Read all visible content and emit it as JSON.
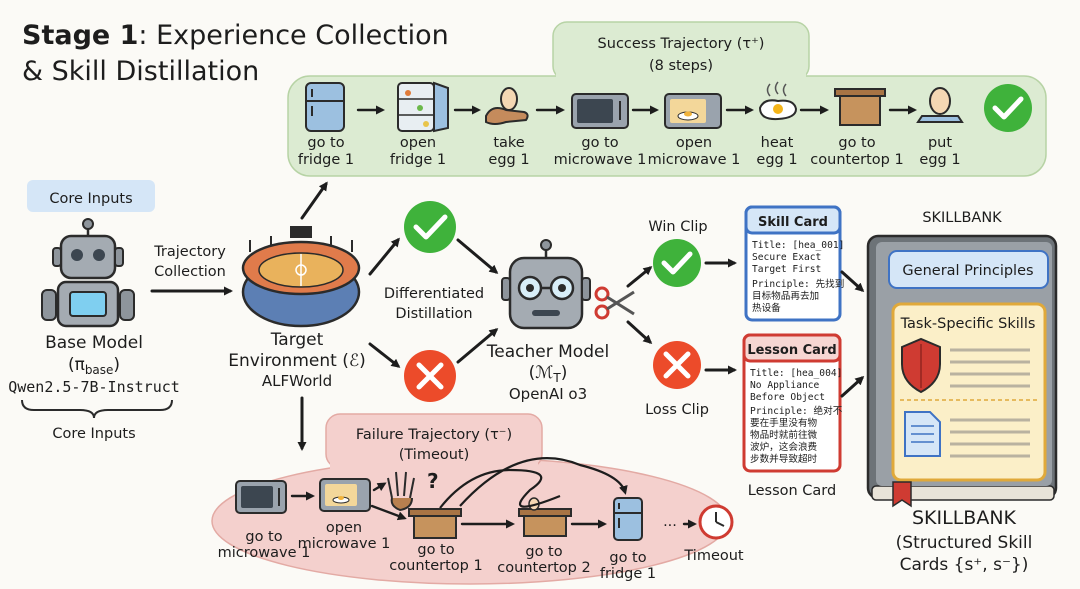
{
  "title": {
    "stage_prefix": "Stage 1",
    "stage_rest": ": Experience Collection",
    "line2": "& Skill Distillation"
  },
  "success": {
    "title": "Success Trajectory (τ⁺)",
    "subtitle": "(8 steps)",
    "steps": [
      {
        "l1": "go to",
        "l2": "fridge 1"
      },
      {
        "l1": "open",
        "l2": "fridge 1"
      },
      {
        "l1": "take",
        "l2": "egg 1"
      },
      {
        "l1": "go to",
        "l2": "microwave 1"
      },
      {
        "l1": "open",
        "l2": "microwave 1"
      },
      {
        "l1": "heat",
        "l2": "egg 1"
      },
      {
        "l1": "go to",
        "l2": "countertop 1"
      },
      {
        "l1": "put",
        "l2": "egg 1"
      }
    ]
  },
  "core_inputs_badge": "Core Inputs",
  "core_inputs_caption": "Core Inputs",
  "base_model": {
    "l1": "Base Model",
    "l2": "(π",
    "l2_sub": "base",
    "l2_end": ")",
    "l3": "Qwen2.5-7B-Instruct"
  },
  "trajectory_collection": {
    "l1": "Trajectory",
    "l2": "Collection"
  },
  "target_env": {
    "l1": "Target",
    "l2": "Environment (ℰ)",
    "l3": "ALFWorld"
  },
  "distillation": {
    "l1": "Differentiated",
    "l2": "Distillation"
  },
  "teacher": {
    "l1": "Teacher Model",
    "l2": "(ℳ",
    "l2_sub": "T",
    "l2_end": ")",
    "l3": "OpenAI o3"
  },
  "win_clip": "Win Clip",
  "loss_clip": "Loss Clip",
  "skill_card": {
    "title": "Skill Card",
    "lines": [
      "Title: [hea_001]",
      "Secure Exact",
      "Target First",
      "Principle: 先找到",
      "目标物品再去加",
      "热设备"
    ]
  },
  "lesson_card": {
    "title": "Lesson Card",
    "lines": [
      "Title: [hea_004]",
      "No Appliance",
      "Before Object",
      "Principle: 绝对不",
      "要在手里没有物",
      "物品时就前往微",
      "波炉，这会浪费",
      "步数并导致超时"
    ],
    "caption": "Lesson Card"
  },
  "skillbank": {
    "header": "SKILLBANK",
    "general": "General Principles",
    "task_specific": "Task-Specific Skills",
    "caption_l1": "SKILLBANK",
    "caption_l2": "(Structured Skill",
    "caption_l3": "Cards {s⁺, s⁻})"
  },
  "failure": {
    "title": "Failure Trajectory (τ⁻)",
    "subtitle": "(Timeout)",
    "steps": [
      {
        "l1": "go to",
        "l2": "microwave 1"
      },
      {
        "l1": "open",
        "l2": "microwave 1"
      },
      {
        "l1": "go to",
        "l2": "countertop 1"
      },
      {
        "l1": "go to",
        "l2": "countertop 2"
      },
      {
        "l1": "go to",
        "l2": "fridge 1"
      },
      {
        "l1": "Timeout",
        "l2": ""
      }
    ],
    "question_mark": "?",
    "ellipsis": "···"
  },
  "colors": {
    "success_bg": "#dcebd2",
    "failure_bg": "#f4d0cd",
    "green_check": "#3fb23b",
    "red_x": "#ec4b2a",
    "blue_card_border": "#3f73c4",
    "red_card_border": "#cf3b32",
    "book_inner": "#fbefc8"
  }
}
